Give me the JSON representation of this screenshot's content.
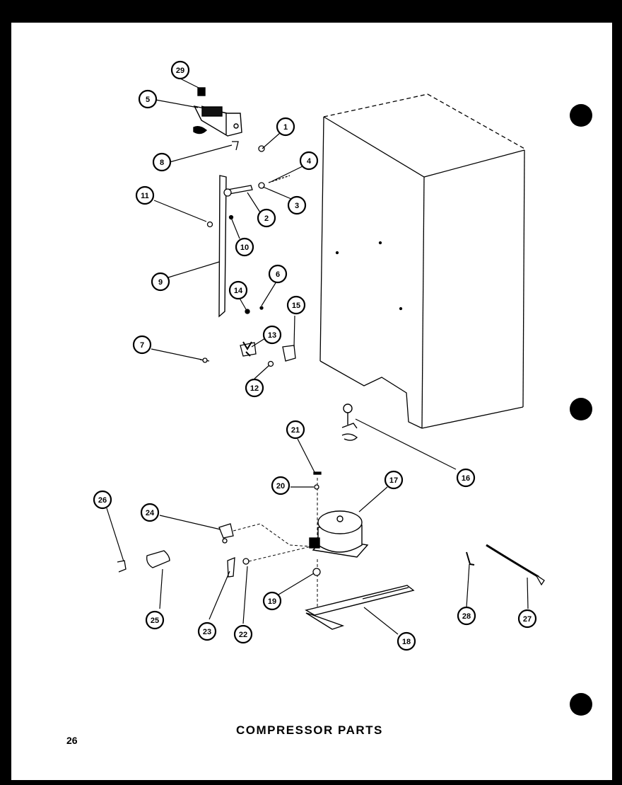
{
  "title": "COMPRESSOR PARTS",
  "page_number": "26",
  "callouts": [
    "1",
    "2",
    "3",
    "4",
    "5",
    "6",
    "7",
    "8",
    "9",
    "10",
    "11",
    "12",
    "13",
    "14",
    "15",
    "16",
    "17",
    "18",
    "19",
    "20",
    "21",
    "22",
    "23",
    "24",
    "25",
    "26",
    "27",
    "28",
    "29"
  ],
  "ink_color": "#000000",
  "paper_color": "#ffffff"
}
